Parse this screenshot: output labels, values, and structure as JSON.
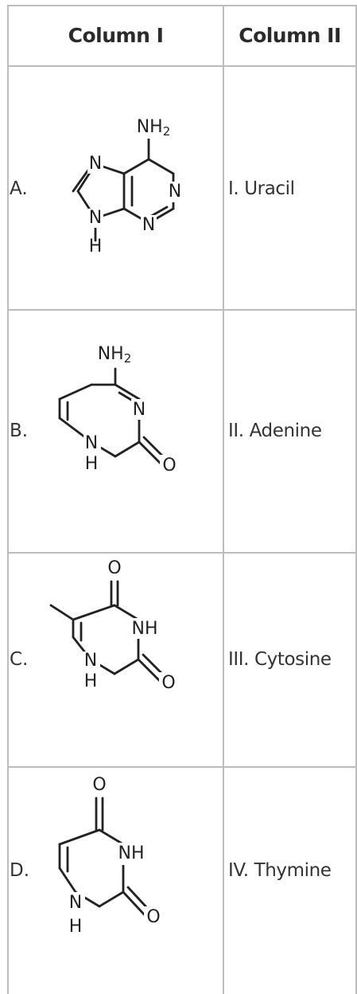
{
  "table": {
    "headers": {
      "col1": "Column I",
      "col2": "Column II"
    },
    "rows": [
      {
        "label": "A.",
        "option": "I. Uracil",
        "structure_atoms": [
          "NH2",
          "N",
          "N",
          "N",
          "N",
          "H"
        ]
      },
      {
        "label": "B.",
        "option": "II. Adenine",
        "structure_atoms": [
          "NH2",
          "N",
          "N",
          "H",
          "O"
        ]
      },
      {
        "label": "C.",
        "option": "III. Cytosine",
        "structure_atoms": [
          "O",
          "NH",
          "N",
          "H",
          "O"
        ]
      },
      {
        "label": "D.",
        "option": "IV. Thymine",
        "structure_atoms": [
          "O",
          "NH",
          "N",
          "H",
          "O"
        ]
      }
    ]
  },
  "colors": {
    "grid": "#bdbdbd",
    "text": "#333333",
    "bond": "#222222"
  }
}
